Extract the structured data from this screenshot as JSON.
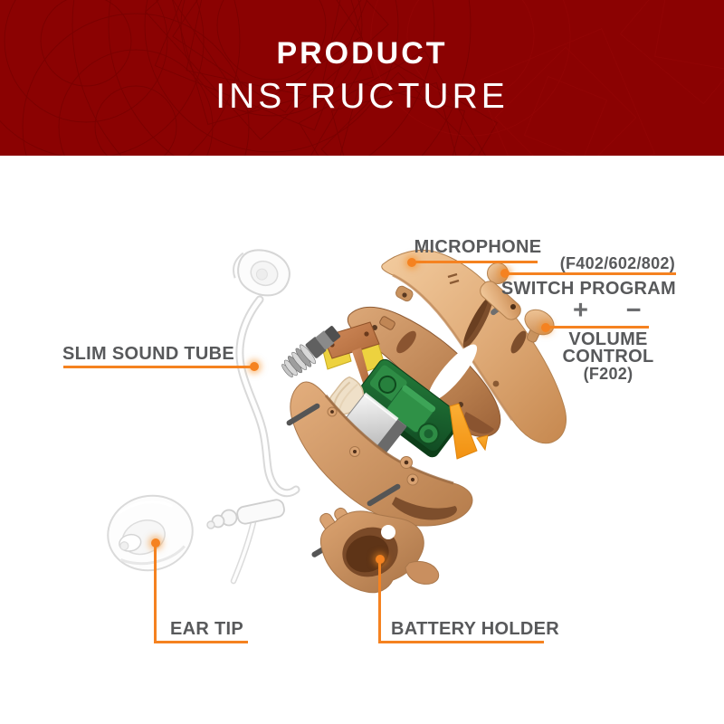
{
  "header": {
    "title_line1": "PRODUCT",
    "title_line2": "INSTRUCTURE",
    "background_color": "#8B0202",
    "text_color": "#FFFFFF"
  },
  "labels": {
    "microphone": "MICROPHONE",
    "model_variants": "(F402/602/802)",
    "switch_program": "SWITCH PROGRAM",
    "plus": "+",
    "minus": "−",
    "volume_line1": "VOLUME",
    "volume_line2": "CONTROL",
    "volume_line3": "(F202)",
    "slim_sound_tube": "SLIM SOUND TUBE",
    "ear_tip": "EAR TIP",
    "battery_holder": "BATTERY HOLDER"
  },
  "colors": {
    "accent_orange": "#F58220",
    "label_gray": "#58595B",
    "banner_red": "#8B0202",
    "shell_tan": "#DDA573",
    "shell_dark": "#A9774B",
    "pcb_green": "#1F7A38",
    "copper": "#C67E4F",
    "foam_yellow": "#EDD23F",
    "metal_silver": "#C9C9C9",
    "pin_gray": "#555555"
  }
}
